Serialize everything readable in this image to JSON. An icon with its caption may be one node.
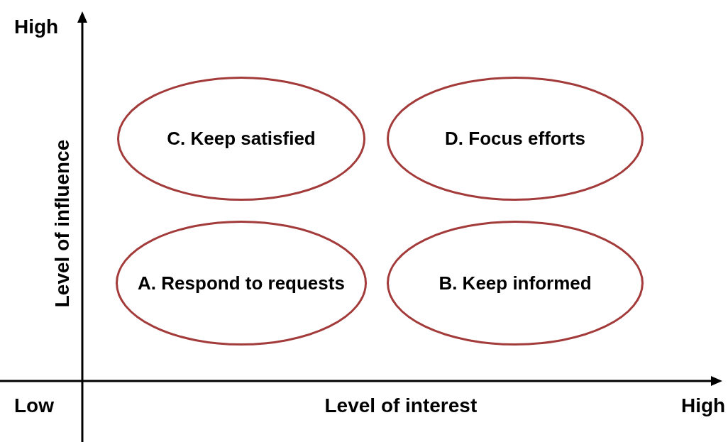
{
  "diagram": {
    "nodes": [
      {
        "text": [
          "C. Keep satisfied"
        ]
      },
      {
        "text": [
          "D. Focus efforts"
        ]
      },
      {
        "text": [
          "A. Respond to requests"
        ]
      },
      {
        "text": [
          "B. Keep informed"
        ]
      }
    ],
    "labels": [
      "High",
      "Level of influence",
      "Low",
      "Level of interest",
      "High"
    ]
  }
}
